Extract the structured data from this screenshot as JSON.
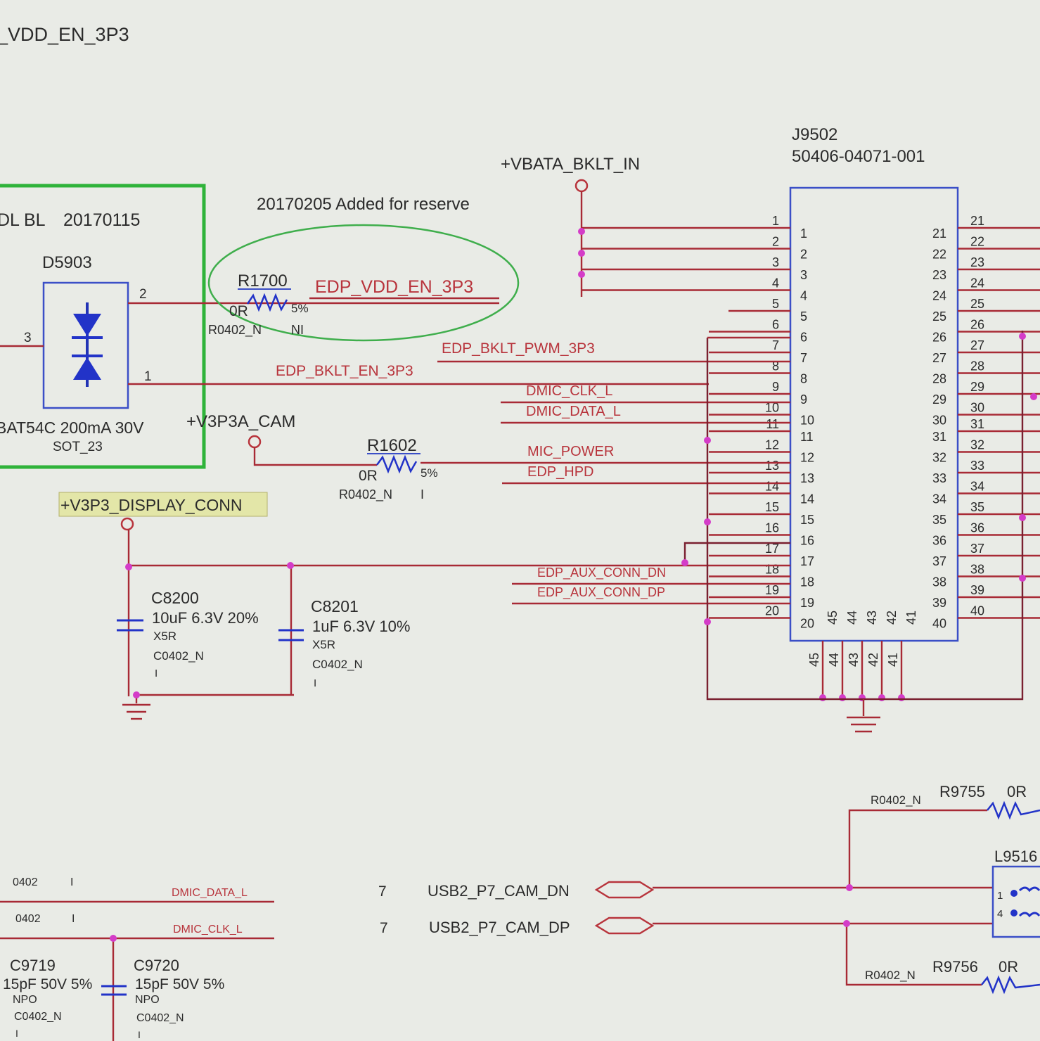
{
  "top_left_label": "_VDD_EN_3P3",
  "diode_block": {
    "title": "DL BL",
    "date": "20170115",
    "ref": "D5903",
    "part": "BAT54C 200mA 30V",
    "package": "SOT_23",
    "pins": [
      "2",
      "3",
      "1"
    ]
  },
  "reserve_note": "20170205 Added for reserve",
  "r1700": {
    "ref": "R1700",
    "value": "0R",
    "tol": "5%",
    "footprint": "R0402_N",
    "flag": "NI",
    "net": "EDP_VDD_EN_3P3"
  },
  "vbata": "+VBATA_BKLT_IN",
  "connector": {
    "ref": "J9502",
    "part": "50406-04071-001",
    "left_pins": [
      "1",
      "2",
      "3",
      "4",
      "5",
      "6",
      "7",
      "8",
      "9",
      "10",
      "11",
      "12",
      "13",
      "14",
      "15",
      "16",
      "17",
      "18",
      "19",
      "20"
    ],
    "right_pins": [
      "21",
      "22",
      "23",
      "24",
      "25",
      "26",
      "27",
      "28",
      "29",
      "30",
      "31",
      "32",
      "33",
      "34",
      "35",
      "36",
      "37",
      "38",
      "39",
      "40"
    ],
    "bottom_pins": [
      "45",
      "44",
      "43",
      "42",
      "41"
    ]
  },
  "nets": {
    "bklt_pwm": "EDP_BKLT_PWM_3P3",
    "bklt_en": "EDP_BKLT_EN_3P3",
    "dmic_clk": "DMIC_CLK_L",
    "dmic_data": "DMIC_DATA_L",
    "mic_power": "MIC_POWER",
    "edp_hpd": "EDP_HPD",
    "aux_dn": "EDP_AUX_CONN_DN",
    "aux_dp": "EDP_AUX_CONN_DP"
  },
  "v3p3a_cam": "+V3P3A_CAM",
  "r1602": {
    "ref": "R1602",
    "value": "0R",
    "tol": "5%",
    "footprint": "R0402_N",
    "flag": "I"
  },
  "v3p3_display": "+V3P3_DISPLAY_CONN",
  "c8200": {
    "ref": "C8200",
    "value": "10uF 6.3V 20%",
    "dielectric": "X5R",
    "footprint": "C0402_N",
    "flag": "I"
  },
  "c8201": {
    "ref": "C8201",
    "value": "1uF 6.3V 10%",
    "dielectric": "X5R",
    "footprint": "C0402_N",
    "flag": "I"
  },
  "bottom": {
    "fp1": "0402",
    "fp1_flag": "I",
    "net1": "DMIC_DATA_L",
    "fp2": "0402",
    "fp2_flag": "I",
    "net2": "DMIC_CLK_L",
    "c9719": {
      "ref": "C9719",
      "value": "15pF 50V 5%",
      "dielectric": "NPO",
      "footprint": "C0402_N",
      "flag": "I"
    },
    "c9720": {
      "ref": "C9720",
      "value": "15pF 50V 5%",
      "dielectric": "NPO",
      "footprint": "C0402_N",
      "flag": "I"
    },
    "page_ref_dn": "7",
    "usb_dn": "USB2_P7_CAM_DN",
    "page_ref_dp": "7",
    "usb_dp": "USB2_P7_CAM_DP",
    "r9755": {
      "ref": "R9755",
      "value": "0R",
      "footprint": "R0402_N"
    },
    "r9756": {
      "ref": "R9756",
      "value": "0R",
      "footprint": "R0402_N"
    },
    "l951": {
      "ref": "L9516",
      "pin1": "1",
      "pin4": "4"
    }
  }
}
